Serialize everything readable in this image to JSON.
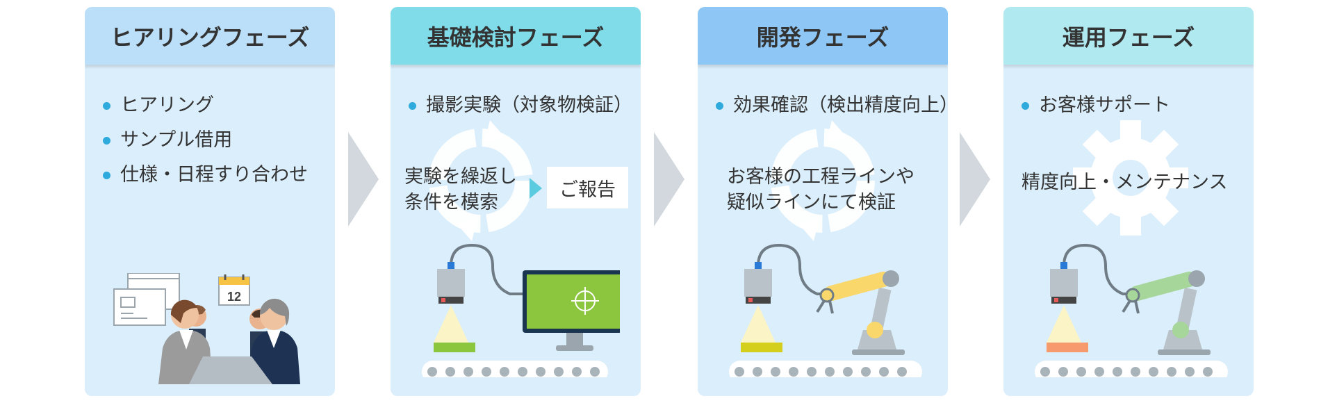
{
  "phases": [
    {
      "title": "ヒアリングフェーズ",
      "header_color": "#bcdff9",
      "bullets": [
        "ヒアリング",
        "サンプル借用",
        "仕様・日程すり合わせ"
      ],
      "calendar_day": "12"
    },
    {
      "title": "基礎検討フェーズ",
      "header_color": "#7fdce8",
      "bullets": [
        "撮影実験（対象物検証）"
      ],
      "message": [
        "実験を繰返し",
        "条件を模索"
      ],
      "report": "ご報告",
      "stage_color": "#8cc63f"
    },
    {
      "title": "開発フェーズ",
      "header_color": "#8ec7f6",
      "bullets": [
        "効果確認（検出精度向上）"
      ],
      "message": [
        "お客様の工程ラインや",
        "疑似ラインにて検証"
      ],
      "arm_color": "#f9d76a",
      "stage_color": "#d4cf1d"
    },
    {
      "title": "運用フェーズ",
      "header_color": "#b0eaf0",
      "bullets": [
        "お客様サポート"
      ],
      "message": [
        "精度向上・メンテナンス"
      ],
      "arm_color": "#a6d69a",
      "stage_color": "#f79a6e"
    }
  ]
}
